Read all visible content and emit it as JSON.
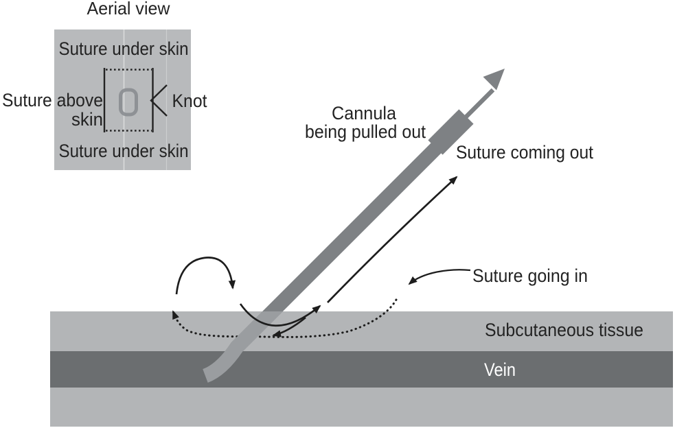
{
  "aerial_view": {
    "title": "Aerial view",
    "label_suture_under_skin_top": "Suture under skin",
    "label_suture_above_skin": [
      "Suture above",
      "skin"
    ],
    "label_knot": "Knot",
    "label_suture_under_skin_bottom": "Suture under skin"
  },
  "main_diagram": {
    "label_cannula": [
      "Cannula",
      "being pulled out"
    ],
    "label_suture_coming_out": "Suture coming out",
    "label_suture_going_in": "Suture going in",
    "label_subcutaneous_tissue": "Subcutaneous tissue",
    "label_vein": "Vein"
  },
  "colors": {
    "tissue": "#b3b5b7",
    "vein": "#6b6e70",
    "cannula": "#7e8184",
    "cannula_under_skin": "#9a9da0",
    "aerial_box": "#b8babc",
    "knot_ring": "#8a8d90",
    "ink": "#1d1d1d"
  }
}
